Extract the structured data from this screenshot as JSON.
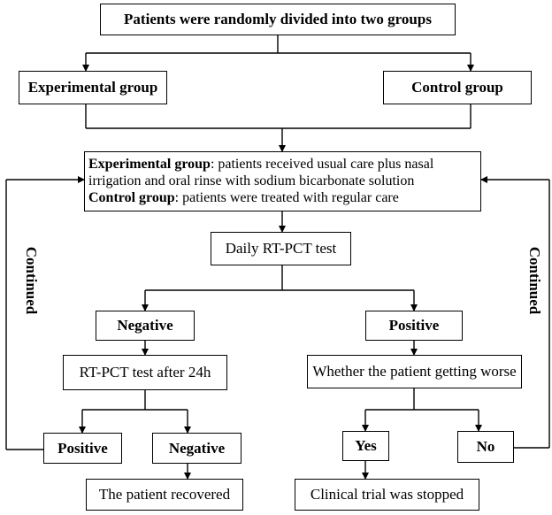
{
  "flowchart": {
    "top": "Patients were randomly divided into two groups",
    "experimental_group": "Experimental group",
    "control_group": "Control group",
    "info": {
      "exp_label": "Experimental group",
      "exp_text": ": patients received usual care plus nasal",
      "exp_text2": "irrigation and oral rinse with sodium bicarbonate solution",
      "ctrl_label": "Control group",
      "ctrl_text": ": patients were treated with regular care"
    },
    "daily_test": "Daily RT-PCT test",
    "negative": "Negative",
    "positive": "Positive",
    "retest": "RT-PCT test after 24h",
    "worse_question": "Whether the patient getting worse",
    "retest_positive": "Positive",
    "retest_negative": "Negative",
    "yes": "Yes",
    "no": "No",
    "recovered": "The patient recovered",
    "stopped": "Clinical trial was stopped",
    "continued_left": "Continued",
    "continued_right": "Continued"
  }
}
